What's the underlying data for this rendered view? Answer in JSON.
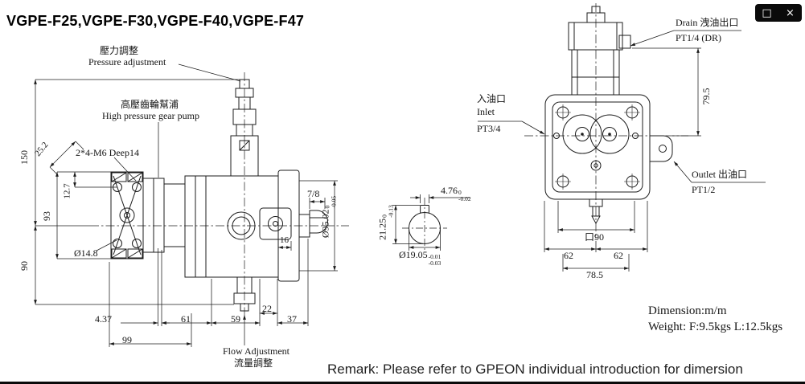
{
  "window": {
    "restore_glyph": "□",
    "close_glyph": "×"
  },
  "title": "VGPE-F25,VGPE-F30,VGPE-F40,VGPE-F47",
  "callouts": {
    "pressure_adjustment": {
      "zh": "壓力調整",
      "en": "Pressure adjustment"
    },
    "gear_pump": {
      "zh": "高壓齒輪幫浦",
      "en": "High pressure gear pump"
    },
    "thread_note": "2*4-M6 Deep14",
    "flow_adjustment": {
      "en": "Flow Adjustment",
      "zh": "流量調整"
    },
    "drain": {
      "en": "Drain",
      "zh": "洩油出口",
      "port": "PT1/4 (DR)"
    },
    "inlet": {
      "zh": "入油口",
      "en": "Inlet",
      "port": "PT3/4"
    },
    "outlet": {
      "en": "Outlet",
      "zh": "出油口",
      "port": "PT1/2"
    }
  },
  "side_view": {
    "dims": {
      "overall_height": "150",
      "flange_height": "93",
      "lower_height": "90",
      "bolt_offset": "12.7",
      "bolt_pitch_diag": "25.2",
      "mount_hole": "Ø14.8",
      "len_a": "4.37",
      "len_b": "61",
      "len_c": "59",
      "len_d": "37",
      "len_total": "99",
      "len_e": "22",
      "len_f": "16",
      "shaft_thread": "7/8",
      "pilot_dia": {
        "value": "Ø95.02",
        "tol_top": "0",
        "tol_bottom": "-0.05"
      }
    }
  },
  "shaft_detail": {
    "dims": {
      "key_height": {
        "value": "21.25",
        "tol_top": "0",
        "tol_bottom": "-0.13"
      },
      "key_width": {
        "value": "4.76",
        "tol_top": "0",
        "tol_bottom": "-0.02"
      },
      "shaft_dia": {
        "value": "Ø19.05",
        "tol_top": "-0.01",
        "tol_bottom": "-0.03"
      }
    }
  },
  "front_view": {
    "dims": {
      "drain_height": "79.5",
      "body_square": "口90",
      "half_span_left": "62",
      "half_span_right": "62",
      "base_width": "78.5"
    }
  },
  "notes": {
    "unit": "Dimension:m/m",
    "weight": "Weight: F:9.5kgs L:12.5kgs"
  },
  "remark": "Remark: Please refer to GPEON individual introduction for dimersion"
}
